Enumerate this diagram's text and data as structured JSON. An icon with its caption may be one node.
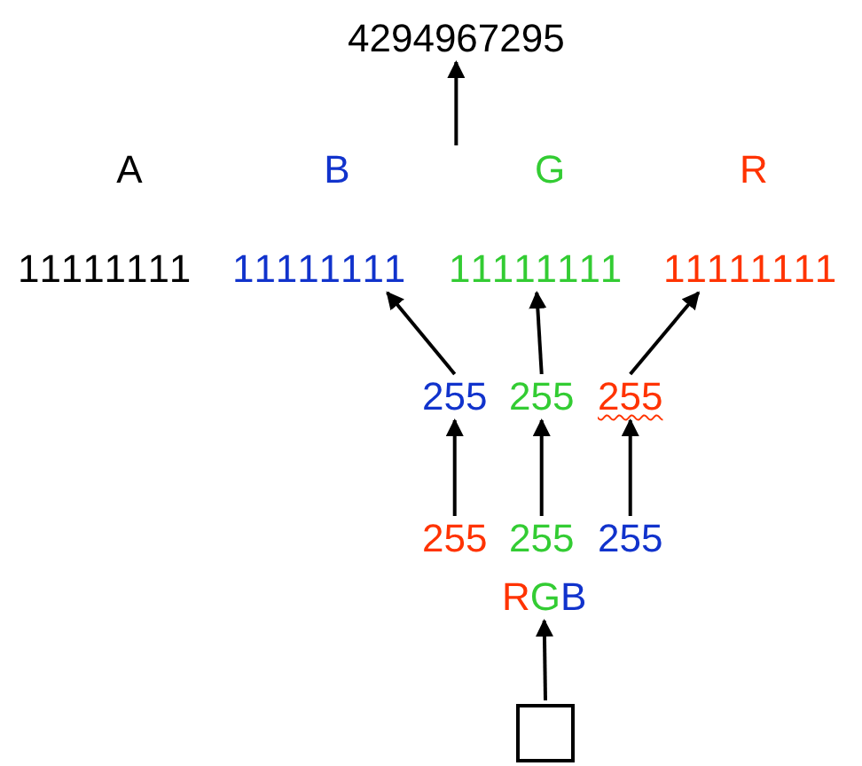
{
  "diagram": {
    "nodes": [
      {
        "text": [
          "4294967295"
        ]
      },
      {
        "text": [
          "11111111"
        ]
      },
      {
        "text": [
          "11111111"
        ]
      },
      {
        "text": [
          "11111111"
        ]
      },
      {
        "text": [
          "11111111"
        ]
      },
      {
        "text": [
          "255"
        ]
      },
      {
        "text": [
          "255"
        ]
      },
      {
        "text": [
          "255"
        ]
      },
      {
        "text": [
          "255"
        ]
      },
      {
        "text": [
          "255"
        ]
      },
      {
        "text": [
          "255"
        ]
      },
      {
        "text": [
          "RGB"
        ]
      },
      {
        "text": [],
        "shape": "box"
      }
    ],
    "edges": [
      {
        "from": null,
        "to": 0,
        "arrow": "to"
      },
      {
        "from": 5,
        "to": 2,
        "arrow": "to"
      },
      {
        "from": 6,
        "to": 3,
        "arrow": "to"
      },
      {
        "from": 7,
        "to": 4,
        "arrow": "to"
      },
      {
        "from": 8,
        "to": 5,
        "arrow": "to"
      },
      {
        "from": 9,
        "to": 6,
        "arrow": "to"
      },
      {
        "from": 10,
        "to": 7,
        "arrow": "to"
      },
      {
        "from": 12,
        "to": 11,
        "arrow": "to"
      }
    ],
    "labels": [
      "A",
      "B",
      "G",
      "R"
    ]
  }
}
